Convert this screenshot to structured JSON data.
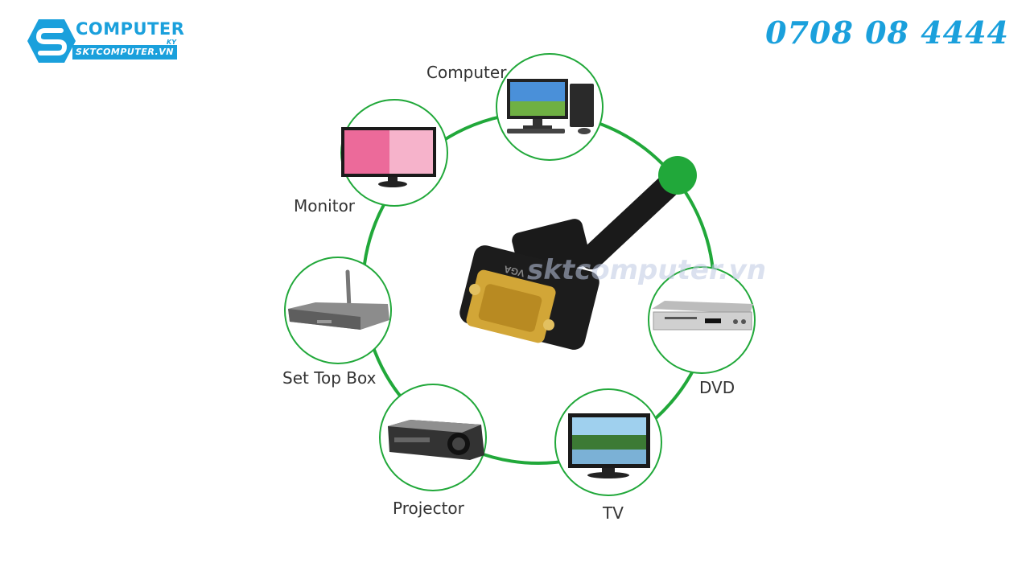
{
  "brand": {
    "name": "COMPUTER",
    "suffix": "KY",
    "domain": "SKTCOMPUTER.VN",
    "phone": "0708 08 4444",
    "accent_color": "#1aa0dc"
  },
  "diagram": {
    "ring_color": "#21a83a",
    "watermark": "sktcomputer.vn",
    "connector_label": "VGA",
    "devices": [
      {
        "id": "computer",
        "label": "Computer",
        "icon": "desktop-computer-icon"
      },
      {
        "id": "monitor",
        "label": "Monitor",
        "icon": "monitor-icon"
      },
      {
        "id": "set-top-box",
        "label": "Set Top Box",
        "icon": "set-top-box-icon"
      },
      {
        "id": "projector",
        "label": "Projector",
        "icon": "projector-icon"
      },
      {
        "id": "tv",
        "label": "TV",
        "icon": "tv-icon"
      },
      {
        "id": "dvd",
        "label": "DVD",
        "icon": "dvd-player-icon"
      }
    ]
  }
}
